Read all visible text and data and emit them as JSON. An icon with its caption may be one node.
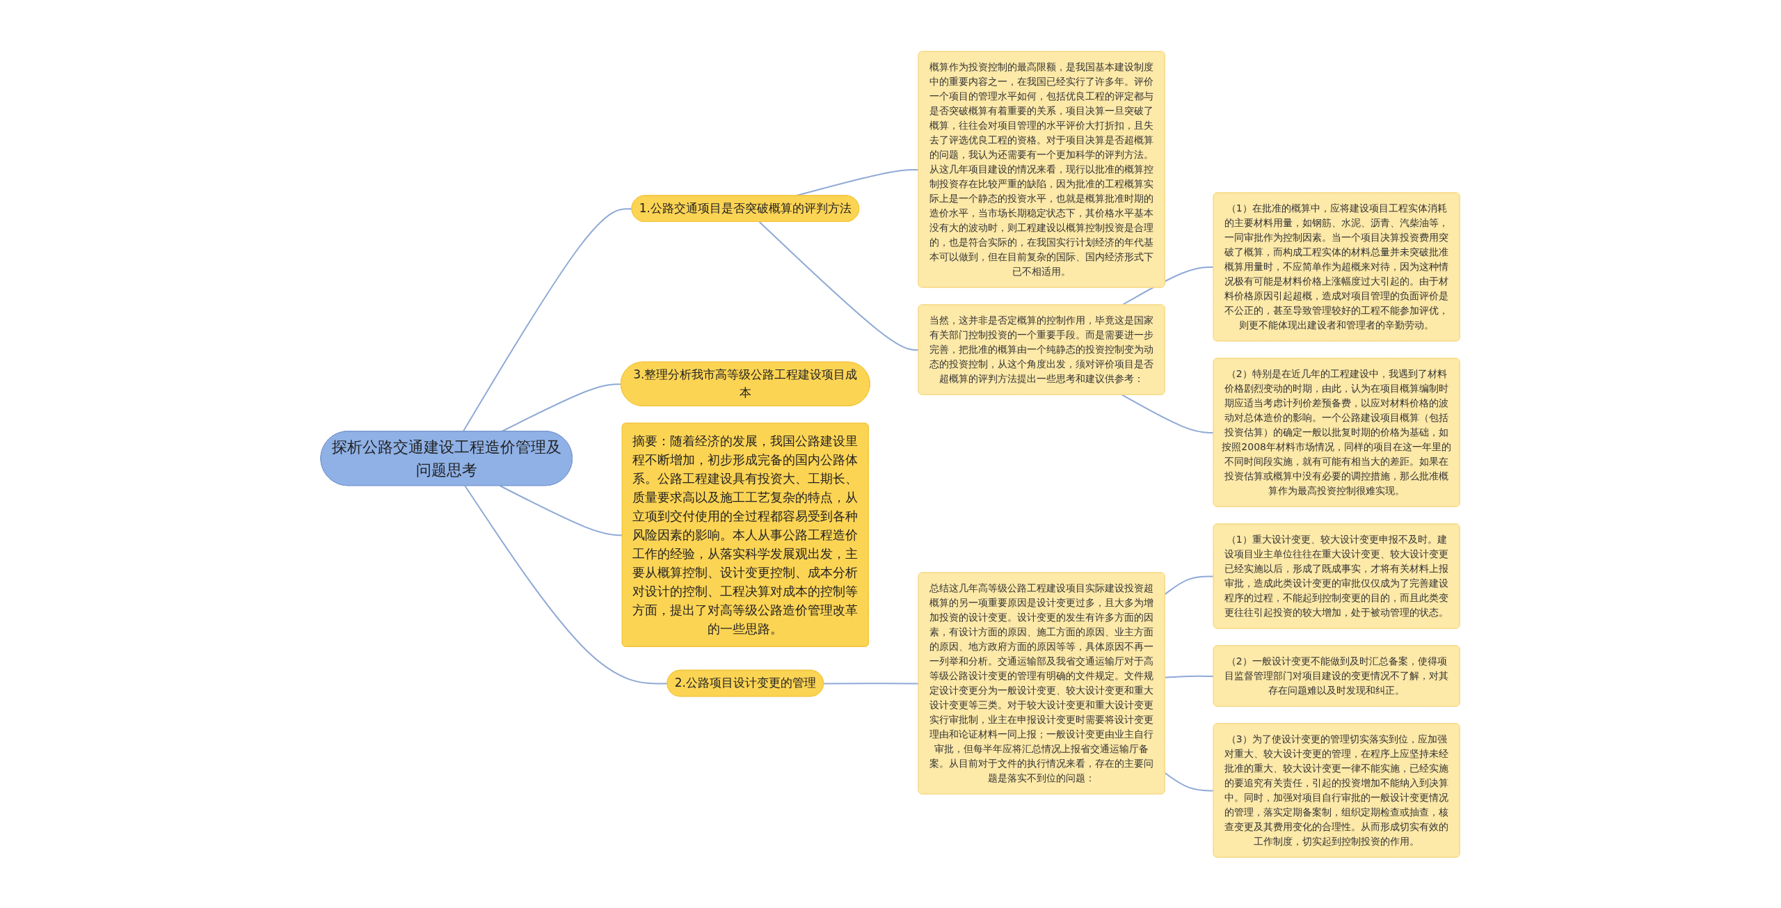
{
  "diagram": {
    "nodes": [
      {
        "text": [
          "探析公路交通建设工程造价管理及问题思考"
        ]
      },
      {
        "text": [
          "1.公路交通项目是否突破概算的评判方法"
        ]
      },
      {
        "text": [
          "概算作为投资控制的最高限额，是我国基本建设制度中的重要内容之一，在我国已经实行了许多年。评价一个项目的管理水平如何，包括优良工程的评定都与是否突破概算有着重要的关系，项目决算一旦突破了概算，往往会对项目管理的水平评价大打折扣，且失去了评选优良工程的资格。对于项目决算是否超概算的问题，我认为还需要有一个更加科学的评判方法。从这几年项目建设的情况来看，现行以批准的概算控制投资存在比较严重的缺陷，因为批准的工程概算实际上是一个静态的投资水平，也就是概算批准时期的造价水平，当市场长期稳定状态下，其价格水平基本没有大的波动时，则工程建设以概算控制投资是合理的，也是符合实际的，在我国实行计划经济的年代基本可以做到，但在目前复杂的国际、国内经济形式下已不相适用。"
        ]
      },
      {
        "text": [
          "当然，这并非是否定概算的控制作用，毕竟这是国家有关部门控制投资的一个重要手段。而是需要进一步完善，把批准的概算由一个纯静态的投资控制变为动态的投资控制，从这个角度出发，须对评价项目是否超概算的评判方法提出一些思考和建议供参考："
        ]
      },
      {
        "text": [
          "（1）在批准的概算中，应将建设项目工程实体消耗的主要材料用量，如钢筋、水泥、沥青、汽柴油等，一同审批作为控制因素。当一个项目决算投资费用突破了概算，而构成工程实体的材料总量并未突破批准概算用量时，不应简单作为超概来对待，因为这种情况极有可能是材料价格上涨幅度过大引起的。由于材料价格原因引起超概，造成对项目管理的负面评价是不公正的，甚至导致管理较好的工程不能参加评优，则更不能体现出建设者和管理者的辛勤劳动。"
        ]
      },
      {
        "text": [
          "（2）特别是在近几年的工程建设中，我遇到了材料价格剧烈变动的时期，由此，认为在项目概算编制时期应适当考虑计列价差预备费，以应对材料价格的波动对总体造价的影响。一个公路建设项目概算（包括投资估算）的确定一般以批复时期的价格为基础，如按照2008年材料市场情况，同样的项目在这一年里的不同时间段实施，就有可能有相当大的差距。如果在投资估算或概算中没有必要的调控措施，那么批准概算作为最高投资控制很难实现。"
        ]
      },
      {
        "text": [
          "3.整理分析我市高等级公路工程建设项目成本"
        ]
      },
      {
        "text": [
          "摘要：随着经济的发展，我国公路建设里程不断增加，初步形成完备的国内公路体系。公路工程建设具有投资大、工期长、质量要求高以及施工工艺复杂的特点，从立项到交付使用的全过程都容易受到各种风险因素的影响。本人从事公路工程造价工作的经验，从落实科学发展观出发，主要从概算控制、设计变更控制、成本分析对设计的控制、工程决算对成本的控制等方面，提出了对高等级公路造价管理改革的一些思路。"
        ]
      },
      {
        "text": [
          "2.公路项目设计变更的管理"
        ]
      },
      {
        "text": [
          "总结这几年高等级公路工程建设项目实际建设投资超概算的另一项重要原因是设计变更过多，且大多为增加投资的设计变更。设计变更的发生有许多方面的因素，有设计方面的原因、施工方面的原因、业主方面的原因、地方政府方面的原因等等，具体原因不再一一列举和分析。交通运输部及我省交通运输厅对于高等级公路设计变更的管理有明确的文件规定。文件规定设计变更分为一般设计变更、较大设计变更和重大设计变更等三类。对于较大设计变更和重大设计变更实行审批制，业主在申报设计变更时需要将设计变更理由和论证材料一同上报；一般设计变更由业主自行审批，但每半年应将汇总情况上报省交通运输厅备案。从目前对于文件的执行情况来看，存在的主要问题是落实不到位的问题："
        ]
      },
      {
        "text": [
          "（1）重大设计变更、较大设计变更申报不及时。建设项目业主单位往往在重大设计变更、较大设计变更已经实施以后，形成了既成事实，才将有关材料上报审批，造成此类设计变更的审批仅仅成为了完善建设程序的过程，不能起到控制变更的目的，而且此类变更往往引起投资的较大增加，处于被动管理的状态。"
        ]
      },
      {
        "text": [
          "（2）一般设计变更不能做到及时汇总备案，使得项目监督管理部门对项目建设的变更情况不了解，对其存在问题难以及时发现和纠正。"
        ]
      },
      {
        "text": [
          "（3）为了使设计变更的管理切实落实到位，应加强对重大、较大设计变更的管理，在程序上应坚持未经批准的重大、较大设计变更一律不能实施，已经实施的要追究有关责任，引起的投资增加不能纳入到决算中。同时，加强对项目自行审批的一般设计变更情况的管理，落实定期备案制，组织定期检查或抽查，核查变更及其费用变化的合理性。从而形成切实有效的工作制度，切实起到控制投资的作用。"
        ]
      }
    ],
    "edges": [
      {
        "from": 0,
        "to": 1,
        "arrow": "none"
      },
      {
        "from": 1,
        "to": 2,
        "arrow": "none"
      },
      {
        "from": 1,
        "to": 3,
        "arrow": "none"
      },
      {
        "from": 3,
        "to": 4,
        "arrow": "none"
      },
      {
        "from": 3,
        "to": 5,
        "arrow": "none"
      },
      {
        "from": 0,
        "to": 6,
        "arrow": "none"
      },
      {
        "from": 0,
        "to": 7,
        "arrow": "none"
      },
      {
        "from": 0,
        "to": 8,
        "arrow": "none"
      },
      {
        "from": 8,
        "to": 9,
        "arrow": "none"
      },
      {
        "from": 9,
        "to": 10,
        "arrow": "none"
      },
      {
        "from": 9,
        "to": 11,
        "arrow": "none"
      },
      {
        "from": 9,
        "to": 12,
        "arrow": "none"
      }
    ]
  }
}
